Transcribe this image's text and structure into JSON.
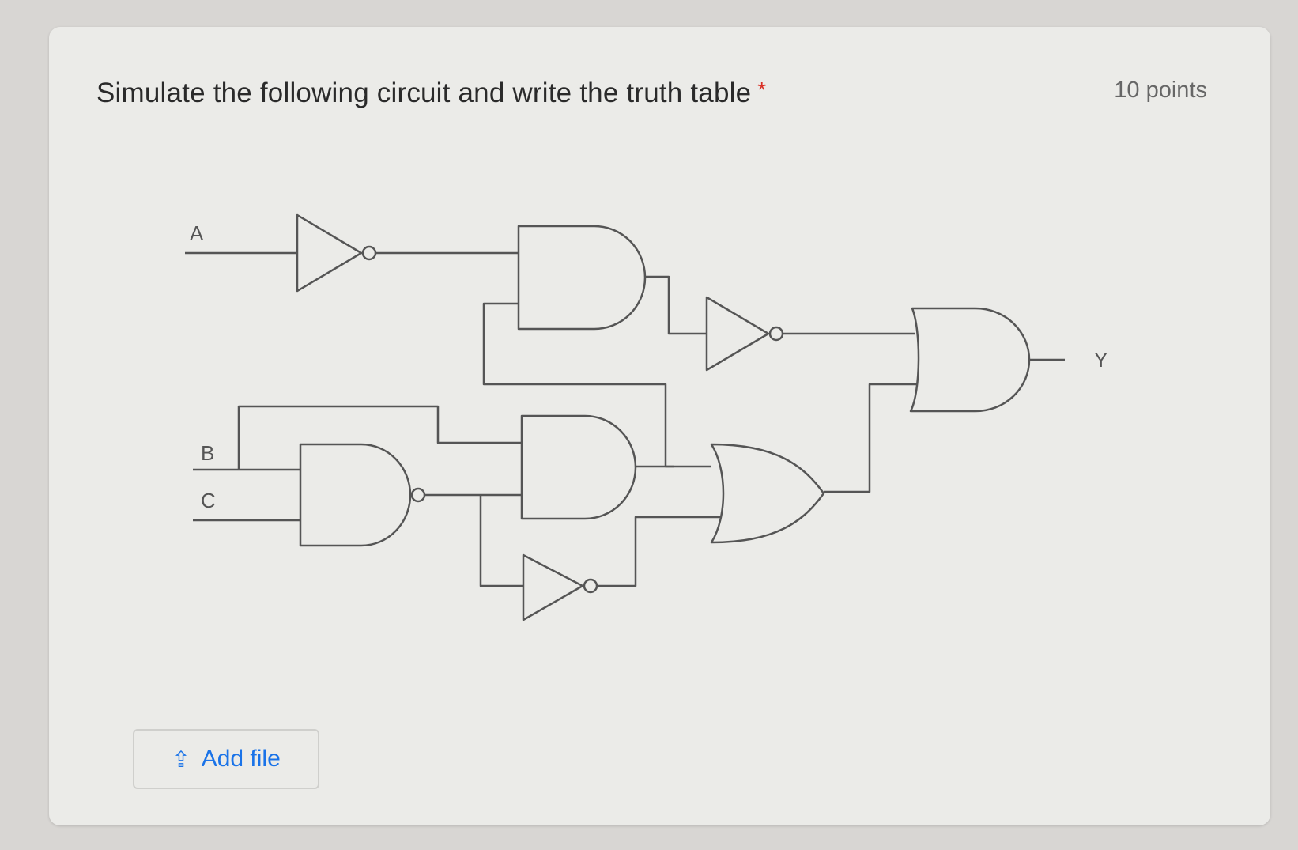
{
  "question": {
    "title": "Simulate the following circuit and write the truth table",
    "required_mark": "*",
    "points": "10 points"
  },
  "circuit": {
    "labels": {
      "a": "A",
      "b": "B",
      "c": "C",
      "y": "Y"
    },
    "gates": [
      "NOT",
      "AND",
      "NOT",
      "AND",
      "NAND",
      "AND",
      "NOT",
      "OR"
    ]
  },
  "upload": {
    "label": "Add file",
    "icon": "upload-icon"
  },
  "colors": {
    "accent": "#1a73e8",
    "required": "#d93025",
    "wire": "#555555"
  }
}
